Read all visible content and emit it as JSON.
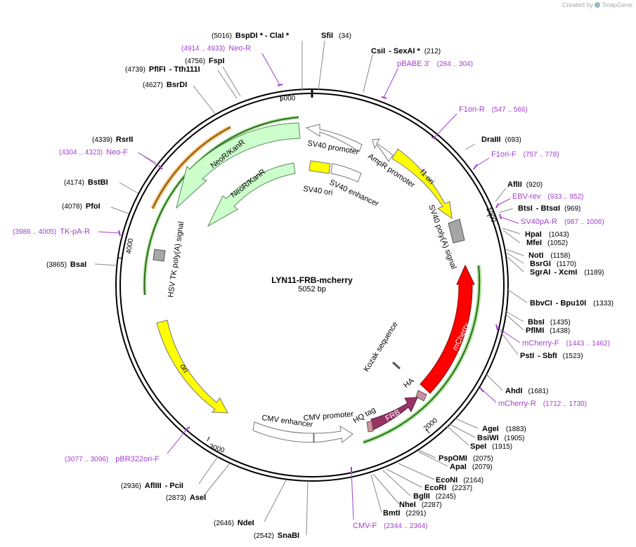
{
  "brand": {
    "created_by": "Created by",
    "name": "SnapGene"
  },
  "plasmid": {
    "name": "LYN11-FRB-mcherry",
    "size": "5052 bp"
  },
  "ticks": [
    "1000",
    "2000",
    "3000",
    "4000",
    "5000"
  ],
  "features": {
    "sv40_promoter": "SV40 promoter",
    "ampr_promoter": "AmpR promoter",
    "f1_ori": "f1 ori",
    "sv40_polya": "SV40 poly(A) signal",
    "mcherry": "mCherry",
    "kozak": "Kozak sequence",
    "ha": "HA",
    "frb": "FRB",
    "hq_tag": "HQ tag",
    "cmv_promoter": "CMV promoter",
    "cmv_enhancer": "CMV enhancer",
    "ori": "ori",
    "hsv_tk_polya": "HSV TK poly(A) signal",
    "neokanr_outer": "NeoR/KanR",
    "neokanr_inner": "NeoR/KanR",
    "sv40_ori": "SV40 ori",
    "sv40_enhancer": "SV40 enhancer"
  },
  "colors": {
    "backbone": "#000000",
    "promoter": "#ffffff",
    "origin": "#ffff00",
    "polya": "#a6a6a6",
    "resistance": "#ccffcc",
    "mcherry": "#ff0000",
    "frb": "#993366",
    "primer": "#a43ed0"
  },
  "enzymes": [
    {
      "name": "BspDI *",
      "pos": "(5016)",
      "name2": "ClaI *"
    },
    {
      "name": "SfiI",
      "pos": "(34)"
    },
    {
      "name": "CsiI",
      "pos": "(212)",
      "name2": "SexAI *"
    },
    {
      "name": "FspI",
      "pos": "(4756)"
    },
    {
      "name": "PflFI",
      "pos": "(4739)",
      "name2": "Tth111I"
    },
    {
      "name": "BsrDI",
      "pos": "(4627)"
    },
    {
      "name": "RsrII",
      "pos": "(4339)"
    },
    {
      "name": "BstBI",
      "pos": "(4174)"
    },
    {
      "name": "PfoI",
      "pos": "(4078)"
    },
    {
      "name": "BsaI",
      "pos": "(3865)"
    },
    {
      "name": "DraIII",
      "pos": "(693)"
    },
    {
      "name": "AflII",
      "pos": "(920)"
    },
    {
      "name": "BtsI",
      "pos": "(969)",
      "name2": "BtsαI"
    },
    {
      "name": "HpaI",
      "pos": "(1043)"
    },
    {
      "name": "MfeI",
      "pos": "(1052)"
    },
    {
      "name": "NotI",
      "pos": "(1158)"
    },
    {
      "name": "BsrGI",
      "pos": "(1170)"
    },
    {
      "name": "SgrAI",
      "pos": "(1189)",
      "name2": "XcmI"
    },
    {
      "name": "BbvCI",
      "pos": "(1333)",
      "name2": "Bpu10I"
    },
    {
      "name": "BbsI",
      "pos": "(1435)"
    },
    {
      "name": "PflMI",
      "pos": "(1438)"
    },
    {
      "name": "PstI",
      "pos": "(1523)",
      "name2": "SbfI"
    },
    {
      "name": "AhdI",
      "pos": "(1681)"
    },
    {
      "name": "AgeI",
      "pos": "(1883)"
    },
    {
      "name": "BsiWI",
      "pos": "(1905)"
    },
    {
      "name": "SpeI",
      "pos": "(1915)"
    },
    {
      "name": "PspOMI",
      "pos": "(2075)"
    },
    {
      "name": "ApaI",
      "pos": "(2079)"
    },
    {
      "name": "EcoNI",
      "pos": "(2164)"
    },
    {
      "name": "EcoRI",
      "pos": "(2237)"
    },
    {
      "name": "BglII",
      "pos": "(2245)"
    },
    {
      "name": "NheI",
      "pos": "(2287)"
    },
    {
      "name": "BmtI",
      "pos": "(2291)"
    },
    {
      "name": "SnaBI",
      "pos": "(2542)"
    },
    {
      "name": "NdeI",
      "pos": "(2646)"
    },
    {
      "name": "AseI",
      "pos": "(2873)"
    },
    {
      "name": "AflIII",
      "pos": "(2936)",
      "name2": "PciI"
    }
  ],
  "primers": [
    {
      "name": "Neo-R",
      "range": "(4914 .. 4933)"
    },
    {
      "name": "pBABE 3'",
      "range": "(284 .. 304)"
    },
    {
      "name": "F1ori-R",
      "range": "(547 .. 566)"
    },
    {
      "name": "F1ori-F",
      "range": "(757 .. 778)"
    },
    {
      "name": "Neo-F",
      "range": "(4304 .. 4323)"
    },
    {
      "name": "EBV-rev",
      "range": "(933 .. 952)"
    },
    {
      "name": "SV40pA-R",
      "range": "(987 .. 1006)"
    },
    {
      "name": "TK-pA-R",
      "range": "(3986 .. 4005)"
    },
    {
      "name": "mCherry-F",
      "range": "(1443 .. 1462)"
    },
    {
      "name": "mCherry-R",
      "range": "(1712 .. 1730)"
    },
    {
      "name": "pBR322ori-F",
      "range": "(3077 .. 3096)"
    },
    {
      "name": "CMV-F",
      "range": "(2344 .. 2364)"
    }
  ]
}
